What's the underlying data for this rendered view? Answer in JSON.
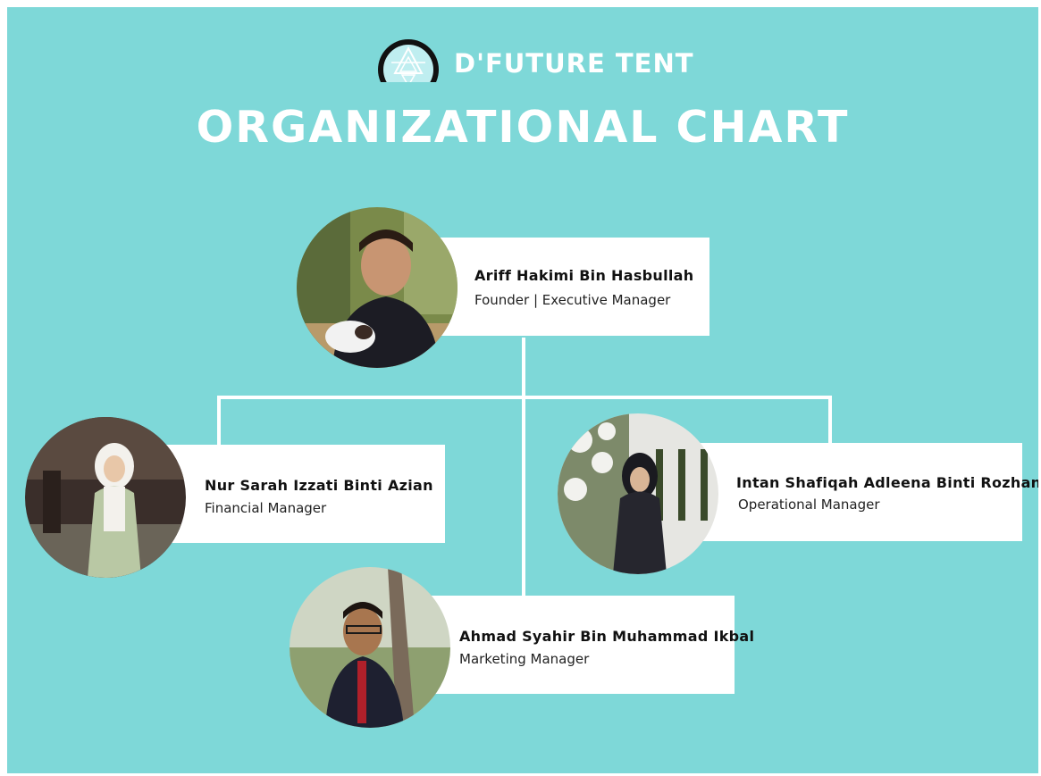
{
  "colors": {
    "background": "#7ed8d8",
    "card": "#ffffff",
    "connector": "#ffffff",
    "heading_text": "#ffffff",
    "logo_ring": "#111111",
    "logo_fill": "#bfeef0"
  },
  "header": {
    "logo_icon": "tent-triangle-logo-icon",
    "brand": "D'FUTURE TENT",
    "title": "ORGANIZATIONAL CHART"
  },
  "members": [
    {
      "name": "Ariff Hakimi Bin Hasbullah",
      "role": "Founder | Executive Manager"
    },
    {
      "name": "Nur Sarah Izzati Binti Azian",
      "role": "Financial Manager"
    },
    {
      "name": "Intan Shafiqah Adleena Binti Rozhan",
      "role": "Operational Manager"
    },
    {
      "name": "Ahmad Syahir Bin Muhammad Ikbal",
      "role": "Marketing Manager"
    }
  ]
}
